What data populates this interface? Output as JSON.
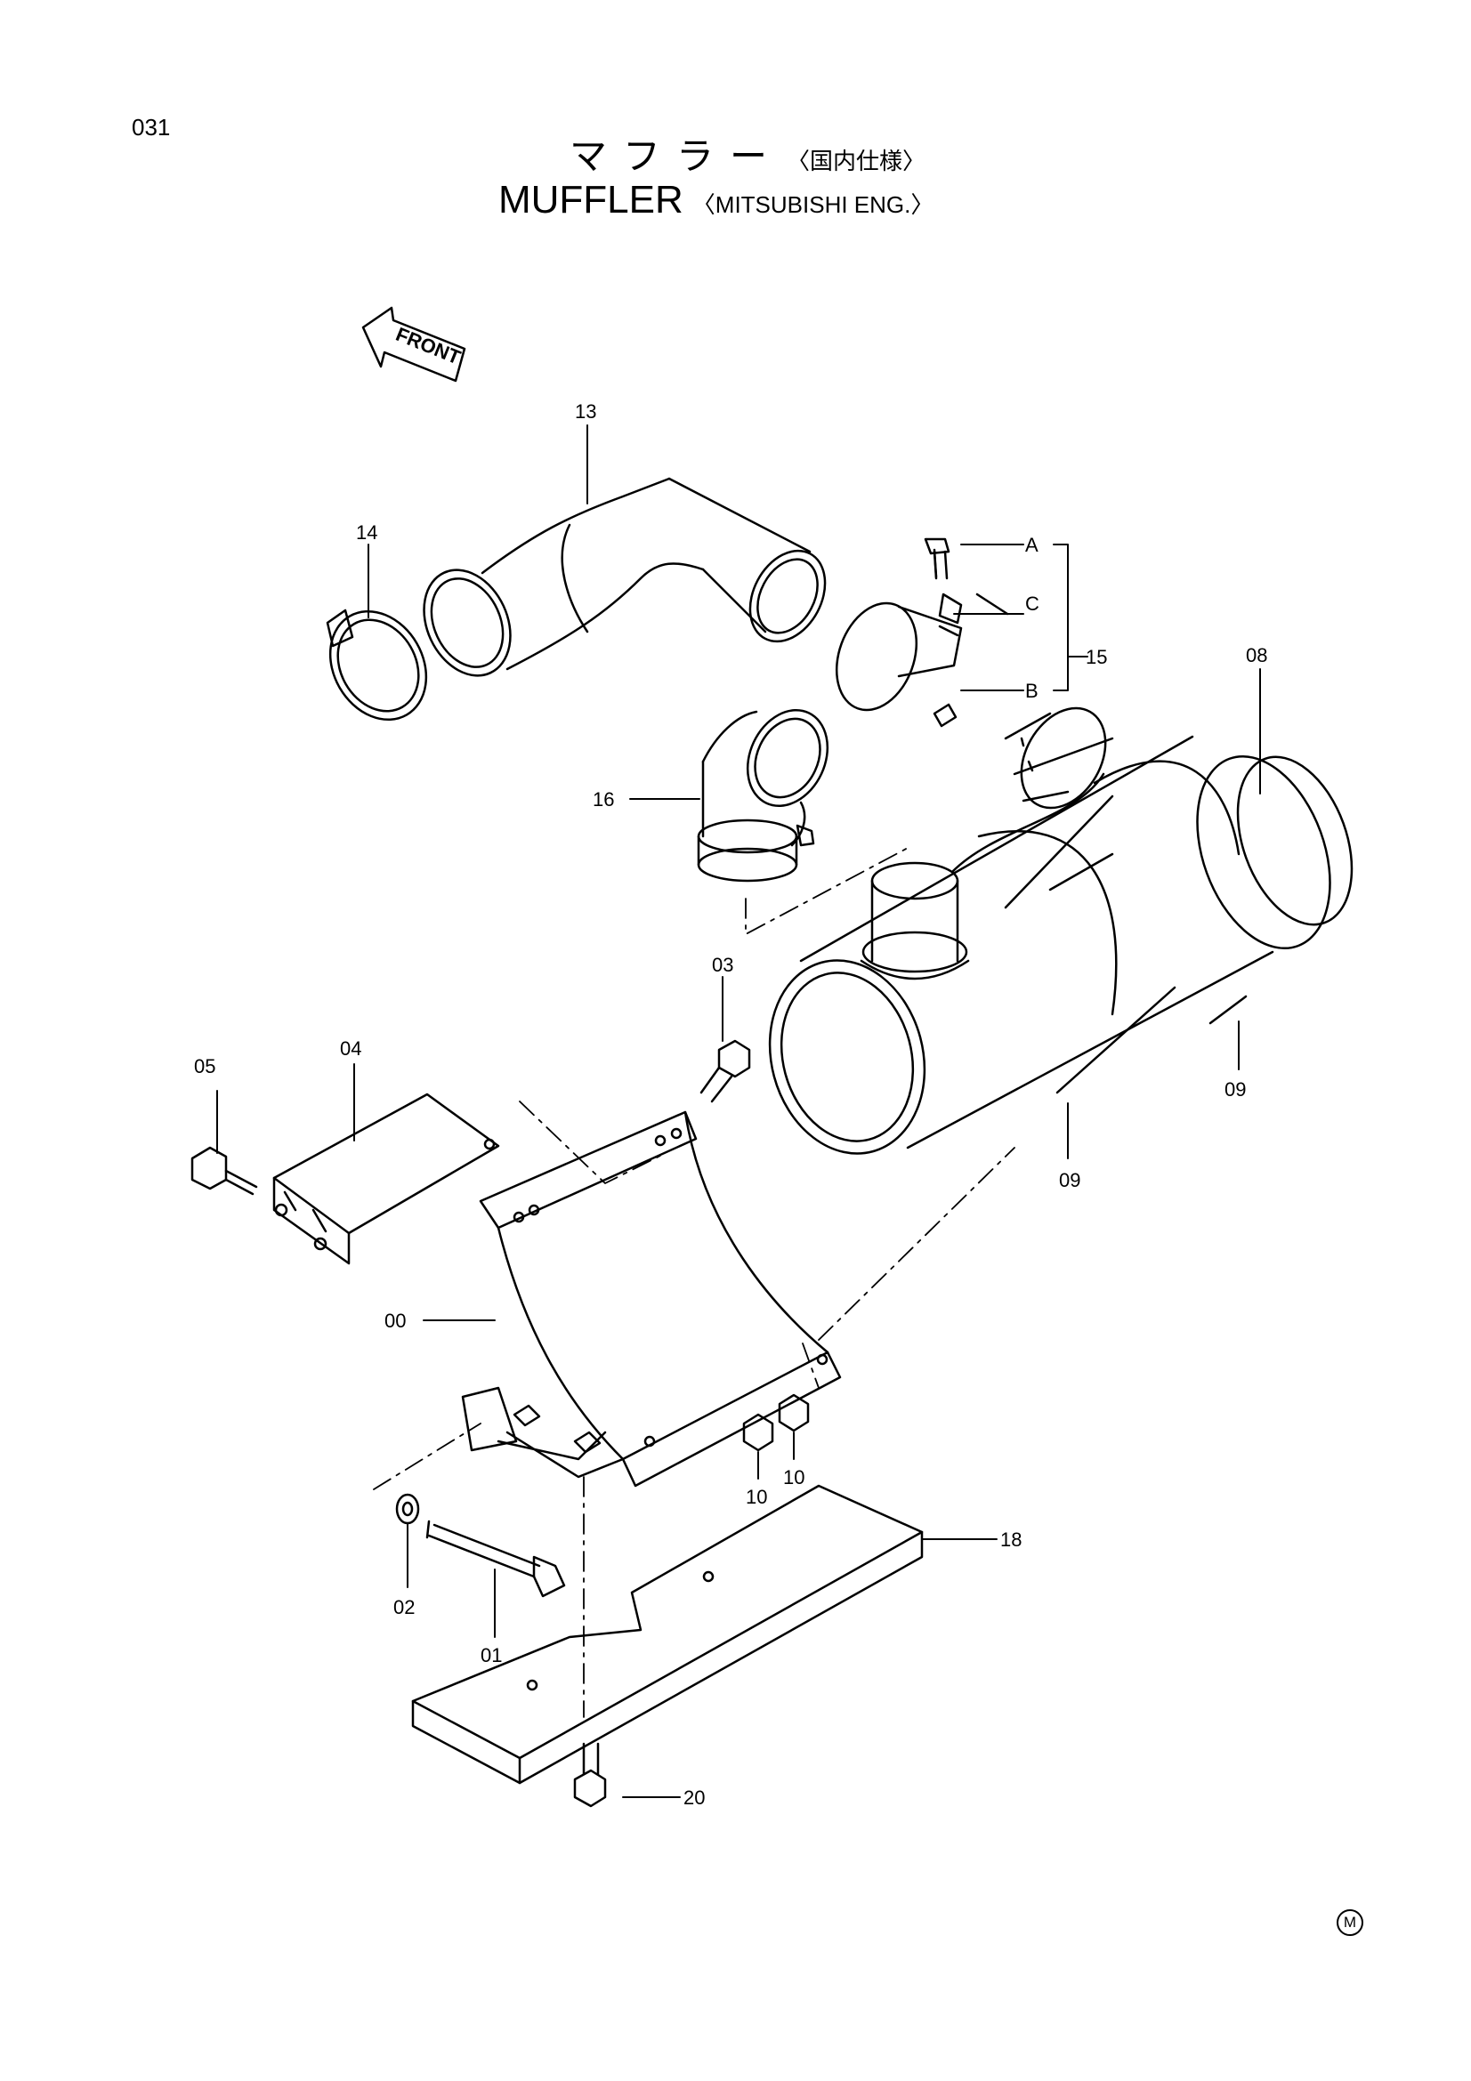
{
  "page_number": "031",
  "title_jp": "マフラー",
  "title_jp_sub": "〈国内仕様〉",
  "title_en": "MUFFLER",
  "title_en_sub": "〈MITSUBISHI ENG.〉",
  "front_label": "FRONT",
  "part_labels": {
    "p00": "00",
    "p01": "01",
    "p02": "02",
    "p03": "03",
    "p04": "04",
    "p05": "05",
    "p08": "08",
    "p09a": "09",
    "p09b": "09",
    "p10a": "10",
    "p10b": "10",
    "p13": "13",
    "p14": "14",
    "p15": "15",
    "p16": "16",
    "p18": "18",
    "p20": "20",
    "pA": "A",
    "pB": "B",
    "pC": "C"
  },
  "corner_mark": "M"
}
